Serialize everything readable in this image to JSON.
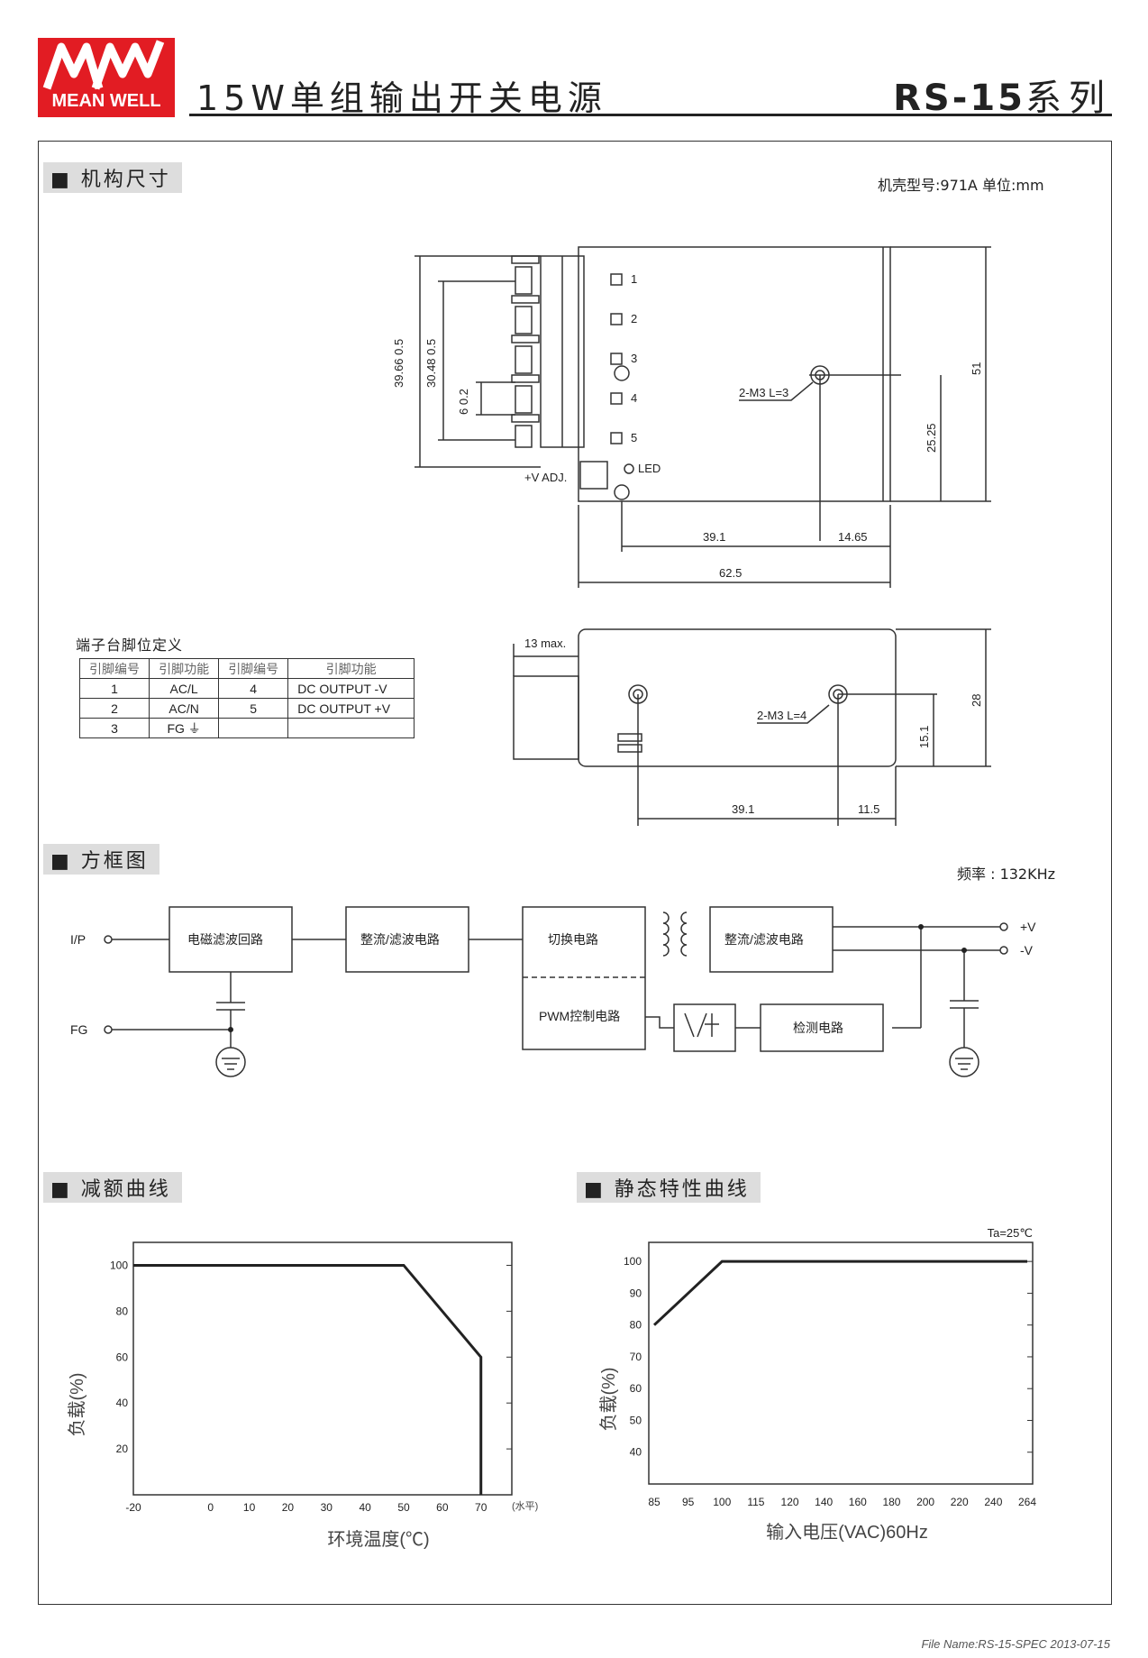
{
  "header": {
    "logo_text": "MEAN WELL",
    "title": "15W单组输出开关电源",
    "series_model": "RS-15",
    "series_suffix": "系列",
    "brand_color": "#e21c23"
  },
  "mech": {
    "section_title": "机构尺寸",
    "case_info": "机壳型号:971A 单位:mm",
    "top_view": {
      "pins": [
        "1",
        "2",
        "3",
        "4",
        "5"
      ],
      "led_label": "LED",
      "vadj_label": "+V ADJ.",
      "screw_label": "2-M3 L=3",
      "dims": {
        "h1": "39.66  0.5",
        "h2": "30.48  0.5",
        "h3": "6  0.2",
        "height": "51",
        "hole_h": "25.25",
        "w1": "39.1",
        "w2": "14.65",
        "total_w": "62.5"
      }
    },
    "side_view": {
      "max_label": "13 max.",
      "screw_label": "2-M3 L=4",
      "dims": {
        "height": "28",
        "hole_h": "15.1",
        "w1": "39.1",
        "w2": "11.5"
      }
    },
    "pin_table": {
      "title": "端子台脚位定义",
      "headers": [
        "引脚编号",
        "引脚功能",
        "引脚编号",
        "引脚功能"
      ],
      "rows": [
        [
          "1",
          "AC/L",
          "4",
          "DC OUTPUT -V"
        ],
        [
          "2",
          "AC/N",
          "5",
          "DC OUTPUT +V"
        ],
        [
          "3",
          "FG ⏚",
          "",
          ""
        ]
      ]
    }
  },
  "block": {
    "section_title": "方框图",
    "freq": "频率 : 132KHz",
    "ip_label": "I/P",
    "fg_label": "FG",
    "boxes": [
      "电磁滤波回路",
      "整流/滤波电路",
      "切换电路",
      "PWM控制电路",
      "整流/滤波电路",
      "检测电路"
    ],
    "plus_v": "+V",
    "minus_v": "-V"
  },
  "derating": {
    "section_title": "减额曲线",
    "chart_data": {
      "type": "line",
      "x": [
        -20,
        50,
        70,
        70
      ],
      "y": [
        100,
        100,
        60,
        0
      ],
      "xticks": [
        "-20",
        "0",
        "10",
        "20",
        "30",
        "40",
        "50",
        "60",
        "70"
      ],
      "xtick_note": "(水平)",
      "yticks": [
        "20",
        "40",
        "60",
        "80",
        "100"
      ],
      "xlabel": "环境温度(℃)",
      "ylabel": "负载(%)",
      "xlim": [
        -20,
        78
      ],
      "ylim": [
        0,
        110
      ]
    }
  },
  "static": {
    "section_title": "静态特性曲线",
    "chart_data": {
      "type": "line",
      "categories": [
        "85",
        "95",
        "100",
        "115",
        "120",
        "140",
        "160",
        "180",
        "200",
        "220",
        "240",
        "264"
      ],
      "y": [
        80,
        90,
        100,
        100,
        100,
        100,
        100,
        100,
        100,
        100,
        100,
        100
      ],
      "yticks": [
        "40",
        "50",
        "60",
        "70",
        "80",
        "90",
        "100"
      ],
      "xlabel": "输入电压(VAC)60Hz",
      "ylabel": "负载(%)",
      "annotation": "Ta=25℃",
      "ylim": [
        30,
        106
      ]
    }
  },
  "footer": "File Name:RS-15-SPEC   2013-07-15"
}
